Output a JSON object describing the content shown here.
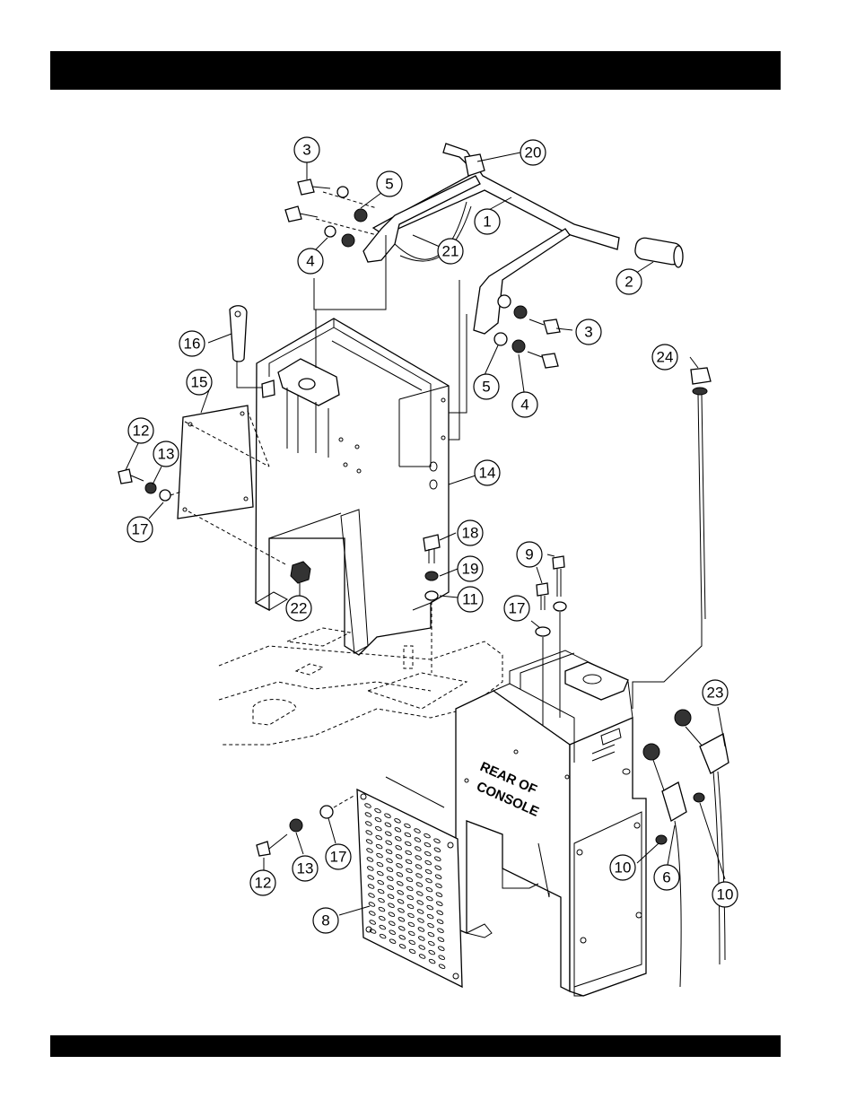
{
  "header": {
    "title": ""
  },
  "footer": {
    "text": ""
  },
  "diagram": {
    "panel_label_line1": "REAR OF",
    "panel_label_line2": "CONSOLE",
    "callouts": [
      {
        "id": "c-3a",
        "label": "3"
      },
      {
        "id": "c-5a",
        "label": "5"
      },
      {
        "id": "c-4a",
        "label": "4"
      },
      {
        "id": "c-21",
        "label": "21"
      },
      {
        "id": "c-20",
        "label": "20"
      },
      {
        "id": "c-1",
        "label": "1"
      },
      {
        "id": "c-2",
        "label": "2"
      },
      {
        "id": "c-3b",
        "label": "3"
      },
      {
        "id": "c-5b",
        "label": "5"
      },
      {
        "id": "c-4b",
        "label": "4"
      },
      {
        "id": "c-24",
        "label": "24"
      },
      {
        "id": "c-16",
        "label": "16"
      },
      {
        "id": "c-15",
        "label": "15"
      },
      {
        "id": "c-12a",
        "label": "12"
      },
      {
        "id": "c-13a",
        "label": "13"
      },
      {
        "id": "c-17a",
        "label": "17"
      },
      {
        "id": "c-14",
        "label": "14"
      },
      {
        "id": "c-18",
        "label": "18"
      },
      {
        "id": "c-19",
        "label": "19"
      },
      {
        "id": "c-11",
        "label": "11"
      },
      {
        "id": "c-22",
        "label": "22"
      },
      {
        "id": "c-9",
        "label": "9"
      },
      {
        "id": "c-17b",
        "label": "17"
      },
      {
        "id": "c-23",
        "label": "23"
      },
      {
        "id": "c-12b",
        "label": "12"
      },
      {
        "id": "c-13b",
        "label": "13"
      },
      {
        "id": "c-17c",
        "label": "17"
      },
      {
        "id": "c-8",
        "label": "8"
      },
      {
        "id": "c-10a",
        "label": "10"
      },
      {
        "id": "c-6",
        "label": "6"
      },
      {
        "id": "c-10b",
        "label": "10"
      }
    ]
  }
}
